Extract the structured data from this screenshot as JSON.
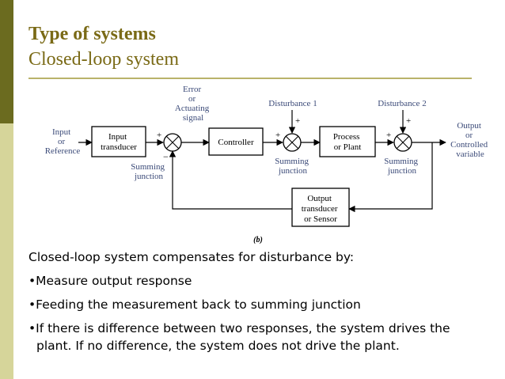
{
  "slide": {
    "title": "Type of systems",
    "subtitle": "Closed-loop system",
    "theme_colors": {
      "accent_dark": "#6b6b1f",
      "accent_light": "#d6d59a",
      "title_color": "#7a6a16"
    }
  },
  "diagram": {
    "input_label": [
      "Input",
      "or",
      "Reference"
    ],
    "input_transducer": [
      "Input",
      "transducer"
    ],
    "error_label": [
      "Error",
      "or",
      "Actuating",
      "signal"
    ],
    "controller": "Controller",
    "disturbance1": "Disturbance 1",
    "disturbance2": "Disturbance 2",
    "process": [
      "Process",
      "or Plant"
    ],
    "output_label": [
      "Output",
      "or",
      "Controlled",
      "variable"
    ],
    "summing_left": [
      "Summing",
      "junction"
    ],
    "summing_mid": [
      "Summing",
      "junction"
    ],
    "summing_right": [
      "Summing",
      "junction"
    ],
    "output_transducer": [
      "Output",
      "transducer",
      "or Sensor"
    ],
    "plus": "+",
    "minus": "−",
    "caption": "(b)"
  },
  "body": {
    "intro": "Closed-loop system compensates for disturbance by:",
    "bullets": [
      "•Measure output response",
      "•Feeding the measurement back to summing junction",
      "•If there is difference between two responses, the system drives the plant. If no difference, the system does not drive the plant."
    ]
  }
}
